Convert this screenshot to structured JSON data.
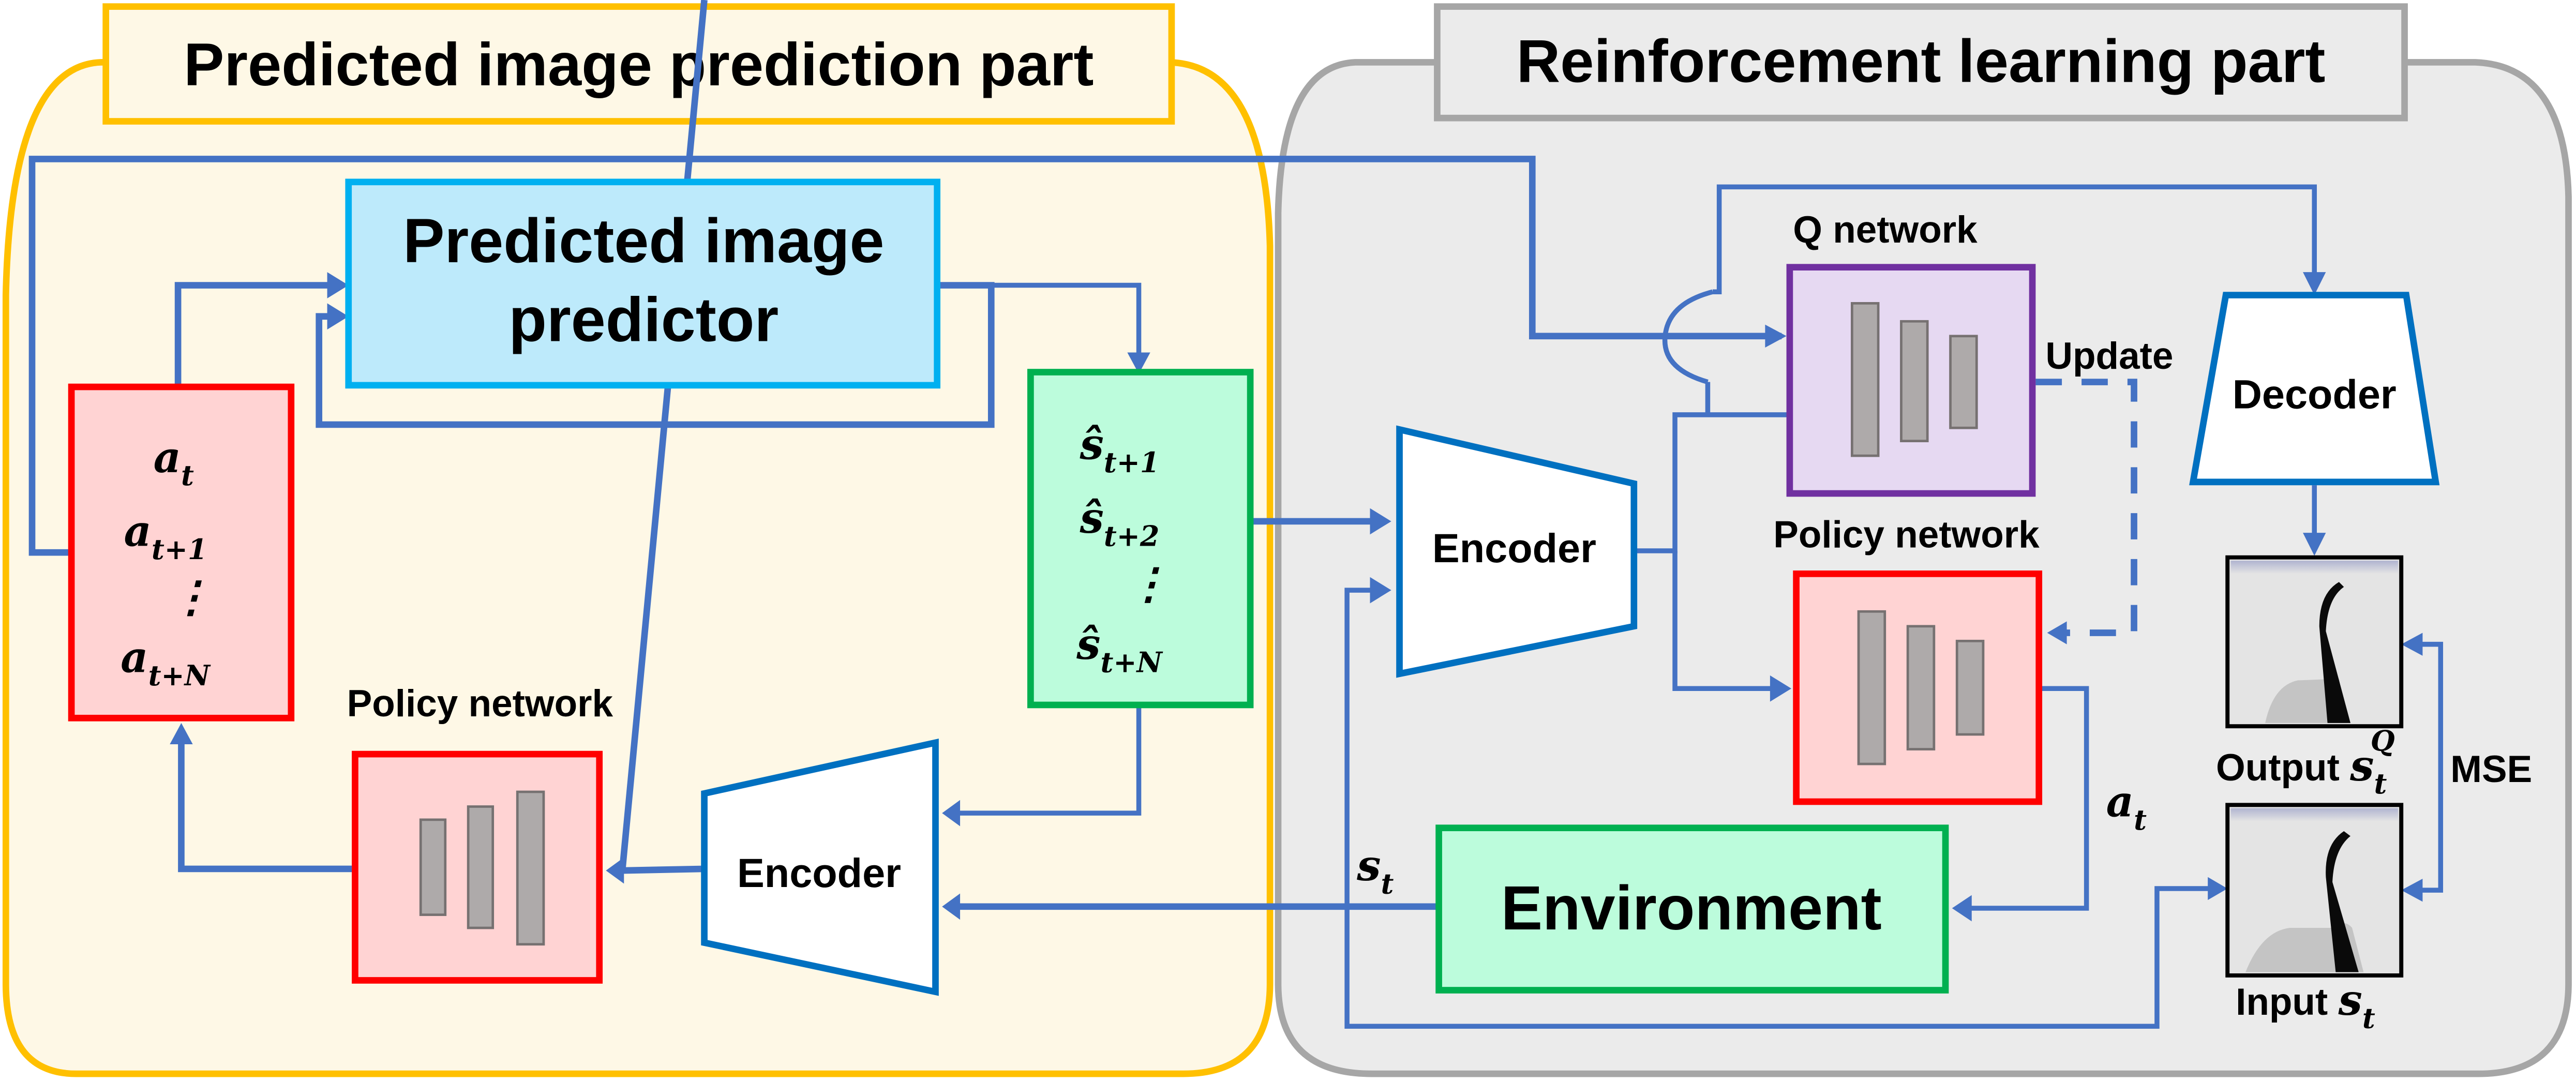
{
  "panels": {
    "left": {
      "title": "Predicted image prediction part",
      "fill": "#fef8e6",
      "border": "#ffc000"
    },
    "right": {
      "title": "Reinforcement learning part",
      "fill": "#ebebeb",
      "border": "#a6a6a6"
    }
  },
  "left_part": {
    "predictor": {
      "line1": "Predicted image",
      "line2": "predictor",
      "fill": "#bdeafb",
      "border": "#00b0f0"
    },
    "actions_box": {
      "items": [
        {
          "base": "a",
          "sub": "t"
        },
        {
          "base": "a",
          "sub": "t+1"
        },
        {
          "base": "⋮",
          "sub": ""
        },
        {
          "base": "a",
          "sub": "t+N"
        }
      ],
      "fill": "#ffd3d3",
      "border": "#ff0000"
    },
    "predicted_states_box": {
      "items": [
        {
          "base": "ŝ",
          "sub": "t+1"
        },
        {
          "base": "ŝ",
          "sub": "t+2"
        },
        {
          "base": "⋮",
          "sub": ""
        },
        {
          "base": "ŝ",
          "sub": "t+N"
        }
      ],
      "fill": "#bcfcdc",
      "border": "#00b050"
    },
    "policy_network_label": "Policy network",
    "encoder_label": "Encoder"
  },
  "right_part": {
    "q_network_label": "Q network",
    "update_label": "Update",
    "decoder_label": "Decoder",
    "encoder_label": "Encoder",
    "policy_network_label": "Policy network",
    "environment_label": "Environment",
    "action_label": {
      "base": "a",
      "sub": "t"
    },
    "state_label": {
      "base": "s",
      "sub": "t"
    },
    "output_image_label": {
      "text": "Output ",
      "base": "s",
      "sub": "t",
      "sup": "Q"
    },
    "input_image_label": {
      "text": "Input ",
      "base": "s",
      "sub": "t"
    },
    "mse_label": "MSE"
  },
  "colors": {
    "wire": "#4472c4",
    "encoder_border": "#0070c0",
    "q_network_fill": "#e6d9f2",
    "q_network_border": "#7030a0",
    "policy_fill": "#ffd3d3",
    "policy_border": "#ff0000",
    "environment_fill": "#bcfcdc",
    "environment_border": "#00b050"
  }
}
